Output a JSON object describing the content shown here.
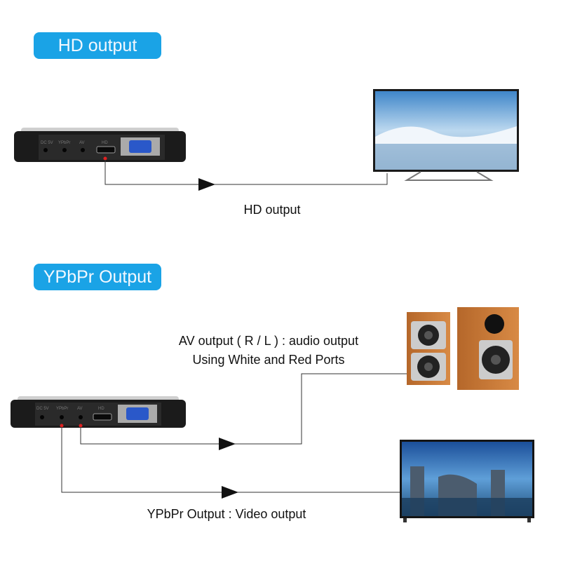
{
  "sections": [
    {
      "badge": "HD output",
      "connection_label": "HD output"
    },
    {
      "badge": "YPbPr Output",
      "audio_label_line1": "AV output ( R / L ) : audio output",
      "audio_label_line2": "Using White and Red Ports",
      "video_label": "YPbPr Output : Video output"
    }
  ],
  "device_ports": [
    "DC 5V",
    "YPbPr",
    "AV",
    "HD"
  ],
  "colors": {
    "badge": "#1aa3e6",
    "port_marker": "#e02020",
    "line": "#333333"
  }
}
